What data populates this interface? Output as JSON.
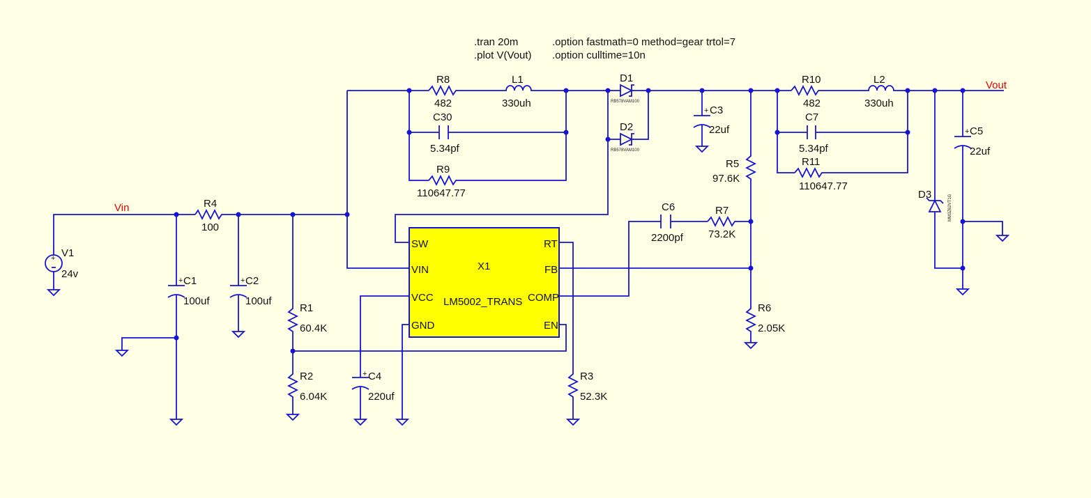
{
  "directives": {
    "tran": ".tran 20m",
    "plot": ".plot V(Vout)",
    "option1": ".option fastmath=0 method=gear trtol=7",
    "option2": ".option culltime=10n"
  },
  "nets": {
    "vin": "Vin",
    "vout": "Vout"
  },
  "components": {
    "V1": {
      "ref": "V1",
      "value": "24v"
    },
    "R4": {
      "ref": "R4",
      "value": "100"
    },
    "C1": {
      "ref": "C1",
      "value": "100uf"
    },
    "C2": {
      "ref": "C2",
      "value": "100uf"
    },
    "R1": {
      "ref": "R1",
      "value": "60.4K"
    },
    "R2": {
      "ref": "R2",
      "value": "6.04K"
    },
    "C4": {
      "ref": "C4",
      "value": "220uf"
    },
    "R3": {
      "ref": "R3",
      "value": "52.3K"
    },
    "R8": {
      "ref": "R8",
      "value": "482"
    },
    "L1": {
      "ref": "L1",
      "value": "330uh"
    },
    "C30": {
      "ref": "C30",
      "value": "5.34pf"
    },
    "R9": {
      "ref": "R9",
      "value": "110647.77"
    },
    "D1": {
      "ref": "D1",
      "value": "RB578VAM100"
    },
    "D2": {
      "ref": "D2",
      "value": "RB578VAM100"
    },
    "C3": {
      "ref": "C3",
      "value": "22uf"
    },
    "R5": {
      "ref": "R5",
      "value": "97.6K"
    },
    "C6": {
      "ref": "C6",
      "value": "2200pf"
    },
    "R7": {
      "ref": "R7",
      "value": "73.2K"
    },
    "R6": {
      "ref": "R6",
      "value": "2.05K"
    },
    "R10": {
      "ref": "R10",
      "value": "482"
    },
    "L2": {
      "ref": "L2",
      "value": "330uh"
    },
    "C7": {
      "ref": "C7",
      "value": "5.34pf"
    },
    "R11": {
      "ref": "R11",
      "value": "110647.77"
    },
    "D3": {
      "ref": "D3",
      "value": "MM3Z62VT1G"
    },
    "C5": {
      "ref": "C5",
      "value": "22uf"
    }
  },
  "ic": {
    "ref": "X1",
    "name": "LM5002_TRANS",
    "pins": {
      "sw": "SW",
      "vin": "VIN",
      "vcc": "VCC",
      "gnd": "GND",
      "rt": "RT",
      "fb": "FB",
      "comp": "COMP",
      "en": "EN"
    },
    "fill_color": "#FFFF00"
  },
  "colors": {
    "background": "#FFFFE6",
    "wire": "#1414D8",
    "net_label": "#E00000"
  }
}
